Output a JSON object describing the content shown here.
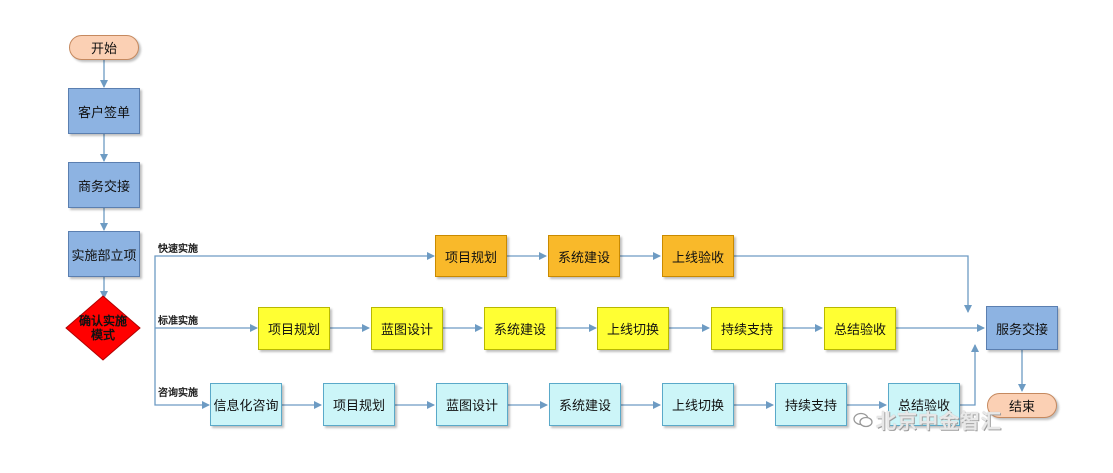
{
  "start": "开始",
  "end": "结束",
  "steps": {
    "sign": "客户签单",
    "handover": "商务交接",
    "project_setup": "实施部立项",
    "decision_line1": "确认实施",
    "decision_line2": "模式",
    "service_handover": "服务交接"
  },
  "lanes": {
    "fast": {
      "label": "快速实施",
      "nodes": [
        "项目规划",
        "系统建设",
        "上线验收"
      ]
    },
    "standard": {
      "label": "标准实施",
      "nodes": [
        "项目规划",
        "蓝图设计",
        "系统建设",
        "上线切换",
        "持续支持",
        "总结验收"
      ]
    },
    "consulting": {
      "label": "咨询实施",
      "nodes": [
        "信息化咨询",
        "项目规划",
        "蓝图设计",
        "系统建设",
        "上线切换",
        "持续支持",
        "总结验收"
      ]
    }
  },
  "watermark": "北京中金智汇",
  "colors": {
    "main": "#8db3e2",
    "fast": "#f9b92a",
    "standard": "#ffff33",
    "consulting": "#ccf5f8",
    "terminal": "#fbd0b4",
    "decision": "#ff0000",
    "connector": "#6d9bc3"
  }
}
